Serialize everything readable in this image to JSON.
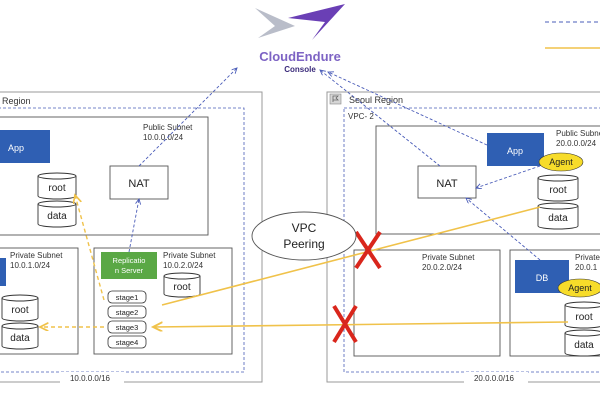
{
  "header": {
    "logo_word": "CloudEndure",
    "logo_sub": "Console"
  },
  "legend": {
    "dashed_color": "#4a5cb8",
    "solid_color": "#f0c24a"
  },
  "left_region": {
    "title": "Region",
    "public_subnet": {
      "label": "Public Subnet",
      "cidr": "10.0.0.0/24"
    },
    "app": "App",
    "nat": "NAT",
    "private_subnet_a": {
      "label": "Private Subnet",
      "cidr": "10.0.1.0/24"
    },
    "private_subnet_b": {
      "label": "Private Subnet",
      "cidr": "10.0.2.0/24"
    },
    "replication_server": {
      "line1": "Replicatio",
      "line2": "n Server"
    },
    "disks": [
      "root",
      "data",
      "root",
      "data",
      "root"
    ],
    "stages": [
      "stage1",
      "stage2",
      "stage3",
      "stage4"
    ],
    "vpc_cidr": "10.0.0.0/16"
  },
  "peering": {
    "line1": "VPC",
    "line2": "Peering"
  },
  "right_region": {
    "title": "Seoul Region",
    "vpc": "VPC- 2",
    "public_subnet": {
      "label": "Public Subnet",
      "cidr": "20.0.0.0/24"
    },
    "app": "App",
    "agent": "Agent",
    "nat": "NAT",
    "private_subnet_a": {
      "label": "Private Subnet",
      "cidr": "20.0.2.0/24"
    },
    "private_subnet_b": {
      "label": "Private",
      "cidr": "20.0.1"
    },
    "db": "DB",
    "disks": [
      "root",
      "data",
      "root",
      "data"
    ],
    "vpc_cidr": "20.0.0.0/16"
  },
  "colors": {
    "blue_box": "#2f5fb3",
    "green_box": "#5aa845",
    "agent_yellow": "#f7dc2a",
    "arrow_yellow": "#f0c24a",
    "arrow_blue": "#4a5cb8",
    "cross_red": "#d9261c"
  }
}
